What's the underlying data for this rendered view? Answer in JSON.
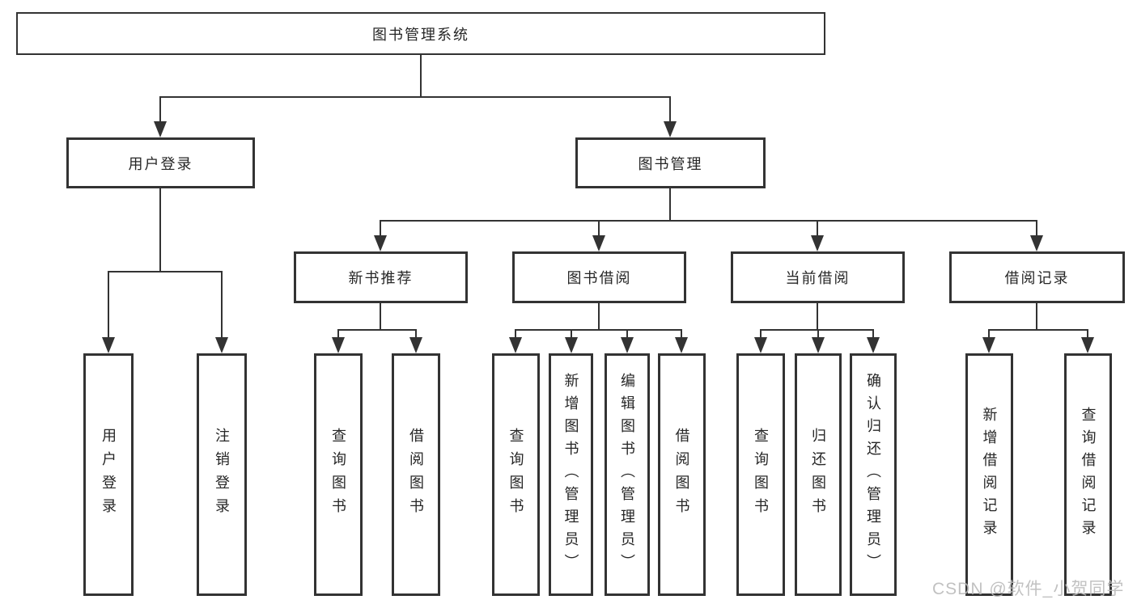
{
  "diagram": {
    "root": "图书管理系统",
    "branches": [
      {
        "label": "用户登录",
        "children": [
          "用户登录",
          "注销登录"
        ]
      },
      {
        "label": "图书管理"
      }
    ],
    "modules": [
      {
        "label": "新书推荐",
        "children": [
          "查询图书",
          "借阅图书"
        ]
      },
      {
        "label": "图书借阅",
        "children": [
          "查询图书",
          "新增图书（管理员）",
          "编辑图书（管理员）",
          "借阅图书"
        ]
      },
      {
        "label": "当前借阅",
        "children": [
          "查询图书",
          "归还图书",
          "确认归还（管理员）"
        ]
      },
      {
        "label": "借阅记录",
        "children": [
          "新增借阅记录",
          "查询借阅记录"
        ]
      }
    ],
    "watermark": "CSDN @软件_小贺同学",
    "colors": {
      "line": "#333333",
      "text": "#262626",
      "watermark": "#bbbbbb",
      "background": "#ffffff"
    }
  }
}
